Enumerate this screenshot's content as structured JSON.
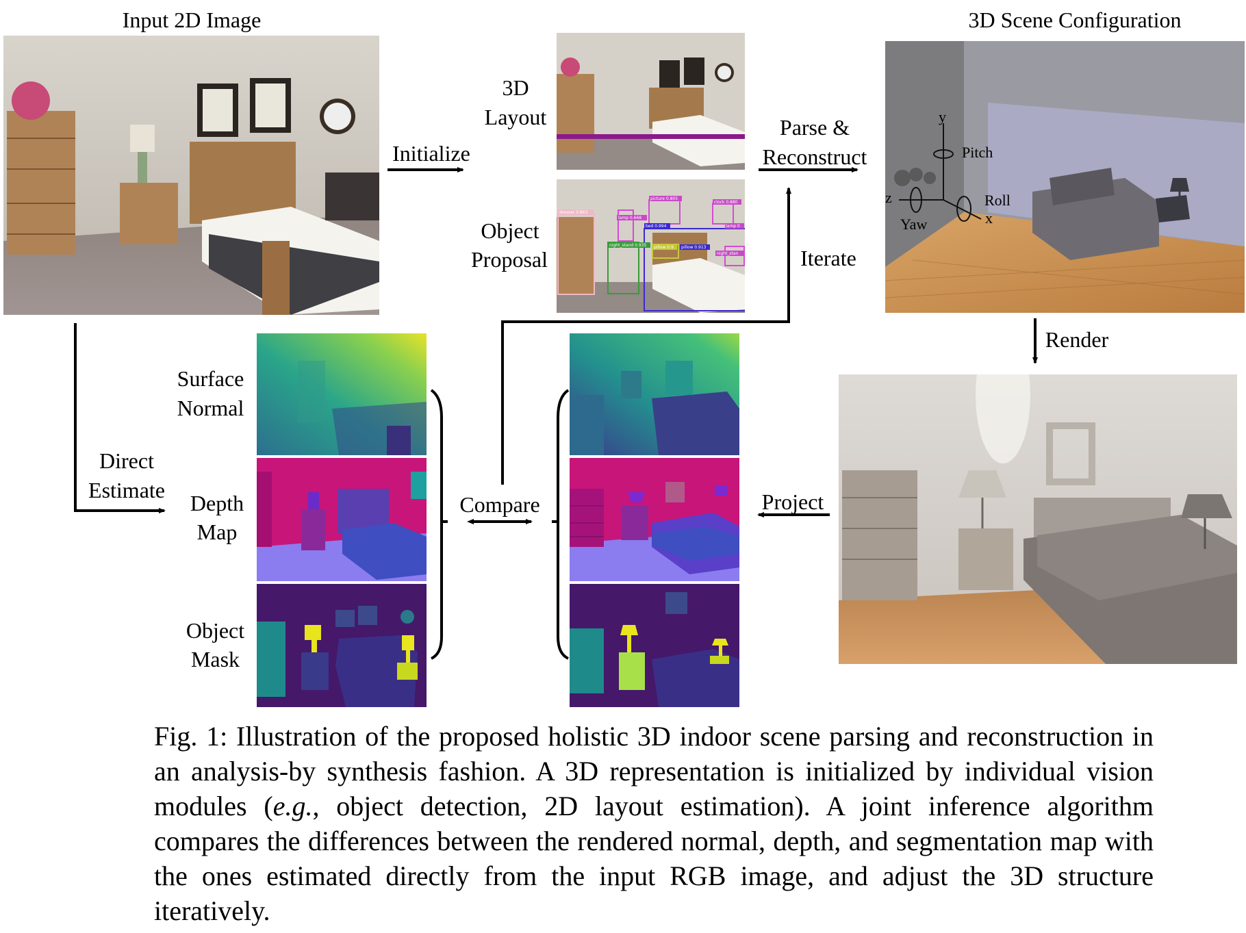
{
  "labels": {
    "input_image": "Input 2D Image",
    "scene_config": "3D Scene Configuration",
    "initialize": "Initialize",
    "layout_3d": [
      "3D",
      "Layout"
    ],
    "object_proposal": [
      "Object",
      "Proposal"
    ],
    "parse_reconstruct": [
      "Parse &",
      "Reconstruct"
    ],
    "iterate": "Iterate",
    "render": "Render",
    "surface_normal": [
      "Surface",
      "Normal"
    ],
    "depth_map": [
      "Depth",
      "Map"
    ],
    "object_mask": [
      "Object",
      "Mask"
    ],
    "direct_estimate": [
      "Direct",
      "Estimate"
    ],
    "compare": "Compare",
    "project": "Project",
    "axes": {
      "y": "y",
      "z": "z",
      "x": "x",
      "pitch": "Pitch",
      "roll": "Roll",
      "yaw": "Yaw"
    }
  },
  "detections": [
    "picture 0.805",
    "clock 0.880",
    "dresser 0.863",
    "lamp 0.668",
    "bed 0.994",
    "lamp 0",
    "night_stand 0.935",
    "pillow 0.9",
    "pillow 0.913",
    "night_stan"
  ],
  "caption": {
    "part1": "Fig. 1: Illustration of the proposed holistic 3D indoor scene parsing and reconstruction in an analysis-by synthesis fashion. A 3D representation is initialized by individual vision modules (",
    "italic": "e.g.",
    "part2": ", object detection, 2D layout estimation). A joint inference algorithm compares the differences between the rendered normal, depth, and segmentation map with the ones estimated directly from the input RGB image, and adjust the 3D structure iteratively."
  },
  "colors": {
    "layout_line": "#8a1a8a",
    "depth_magenta": "#c8157a",
    "depth_floor": "#8b7cf0",
    "mask_bg": "#45186a"
  }
}
